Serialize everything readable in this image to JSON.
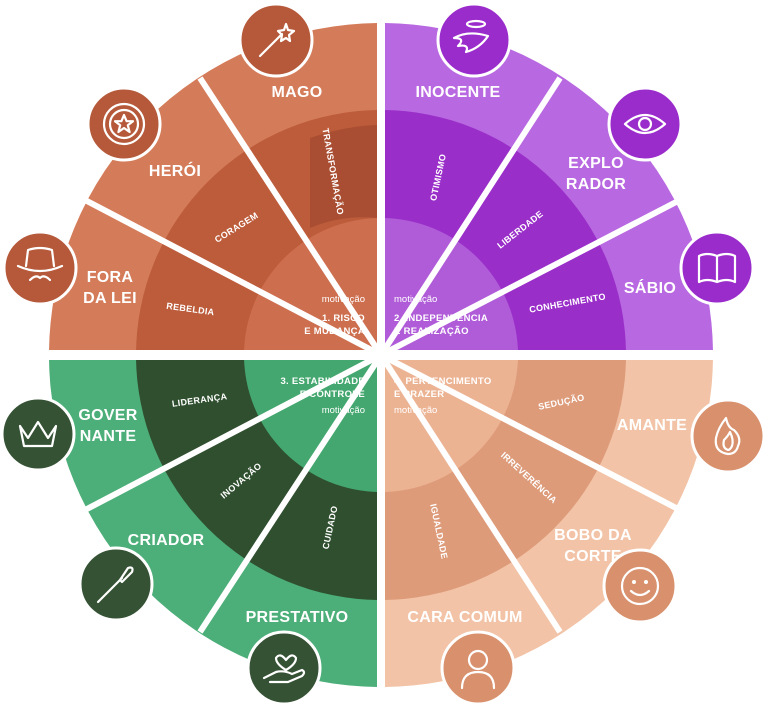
{
  "colors": {
    "red_outer": "#d47c59",
    "red_mid": "#bd5c3b",
    "red_inner": "#a94e32",
    "red_center": "#cd6e4e",
    "red_icon": "#b5593a",
    "purple_outer": "#b868e0",
    "purple_mid": "#9a2ec9",
    "purple_inner": "#8a1fb6",
    "purple_center": "#b05cd8",
    "purple_icon": "#9b2ccc",
    "green_outer": "#4cae78",
    "green_mid": "#2f4f2f",
    "green_inner": "#2a4a2b",
    "green_center": "#44a76f",
    "green_icon": "#355234",
    "peach_outer": "#f2c3a6",
    "peach_mid": "#dd9b7a",
    "peach_inner": "#d69271",
    "peach_center": "#ecb393",
    "peach_icon": "#d8906d"
  },
  "quadrants": {
    "q1": {
      "title_line1": "1. RISCO",
      "title_line2": "E MUDANÇA",
      "sub": "motivação",
      "motivations": [
        "REBELDIA",
        "CORAGEM",
        "TRANSFORMAÇÃO"
      ],
      "archetypes": [
        {
          "line1": "FORA",
          "line2": "DA LEI",
          "icon": "cowboy-hat-mustache-icon"
        },
        {
          "line1": "HERÓI",
          "line2": "",
          "icon": "shield-star-icon"
        },
        {
          "line1": "MAGO",
          "line2": "",
          "icon": "magic-wand-icon"
        }
      ]
    },
    "q2": {
      "title_line1": "2. INDEPENDÊNCIA",
      "title_line2": "E REALIZAÇÃO",
      "sub": "motivação",
      "motivations": [
        "OTIMISMO",
        "LIBERDADE",
        "CONHECIMENTO"
      ],
      "archetypes": [
        {
          "line1": "INOCENTE",
          "line2": "",
          "icon": "angel-wing-halo-icon"
        },
        {
          "line1": "EXPLO",
          "line2": "RADOR",
          "icon": "eye-icon"
        },
        {
          "line1": "SÁBIO",
          "line2": "",
          "icon": "open-book-icon"
        }
      ]
    },
    "q3": {
      "title_line1": "3. ESTABILIDADE",
      "title_line2": "E CONTROLE",
      "sub": "motivação",
      "motivations": [
        "LIDERANÇA",
        "INOVAÇÃO",
        "CUIDADO"
      ],
      "archetypes": [
        {
          "line1": "GOVER",
          "line2": "NANTE",
          "icon": "crown-icon"
        },
        {
          "line1": "CRIADOR",
          "line2": "",
          "icon": "paintbrush-icon"
        },
        {
          "line1": "PRESTATIVO",
          "line2": "",
          "icon": "hand-heart-icon"
        }
      ]
    },
    "q4": {
      "title_line1": "4. PERTENCIMENTO",
      "title_line2": "E PRAZER",
      "sub": "motivação",
      "motivations": [
        "SEDUÇÃO",
        "IRREVERÊNCIA",
        "IGUALDADE"
      ],
      "archetypes": [
        {
          "line1": "AMANTE",
          "line2": "",
          "icon": "flame-icon"
        },
        {
          "line1": "BOBO DA",
          "line2": "CORTE",
          "icon": "smiley-face-icon"
        },
        {
          "line1": "CARA COMUM",
          "line2": "",
          "icon": "person-icon"
        }
      ]
    }
  }
}
